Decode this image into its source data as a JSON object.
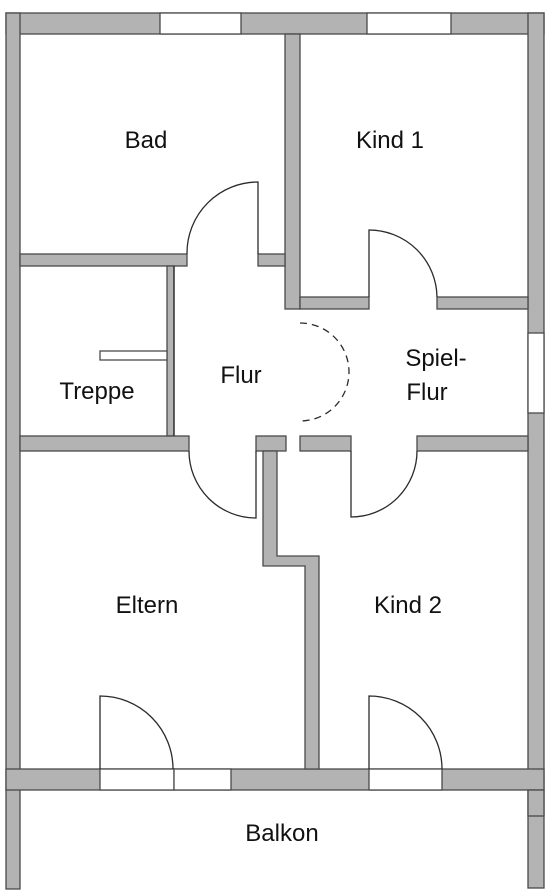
{
  "rooms": {
    "bad": "Bad",
    "kind1": "Kind 1",
    "treppe": "Treppe",
    "flur": "Flur",
    "spielflur_1": "Spiel-",
    "spielflur_2": "Flur",
    "eltern": "Eltern",
    "kind2": "Kind 2",
    "balkon": "Balkon"
  },
  "colors": {
    "wall_fill": "#b3b3b3",
    "wall_stroke": "#4a4a4a",
    "background": "#ffffff"
  }
}
